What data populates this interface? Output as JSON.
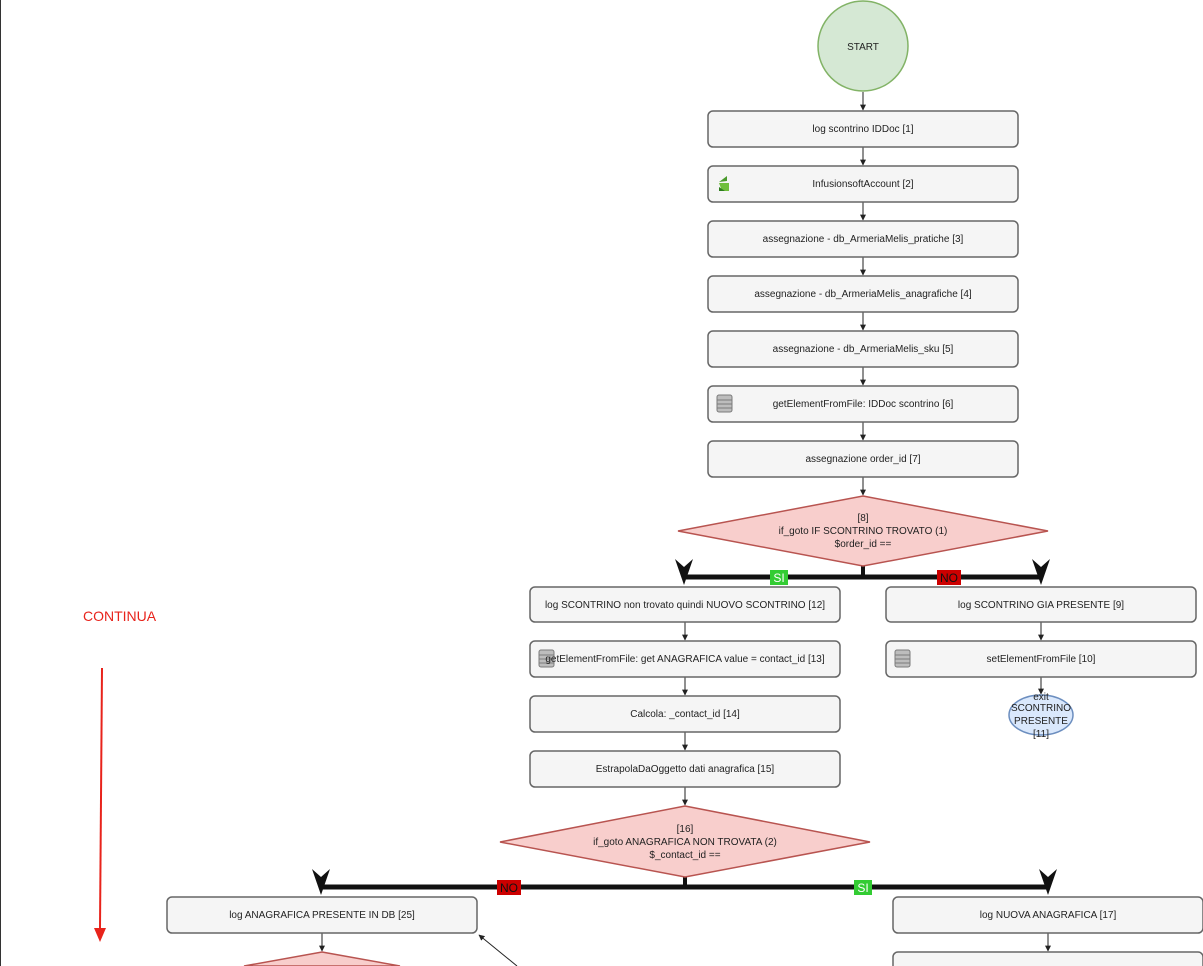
{
  "annotations": {
    "continua": "CONTINUA"
  },
  "branch_labels": {
    "yes": "SI",
    "no": "NO"
  },
  "nodes": {
    "start": "START",
    "n1": "log scontrino IDDoc [1]",
    "n2": "InfusionsoftAccount [2]",
    "n3": "assegnazione - db_ArmeriaMelis_pratiche [3]",
    "n4": "assegnazione - db_ArmeriaMelis_anagrafiche [4]",
    "n5": "assegnazione - db_ArmeriaMelis_sku [5]",
    "n6": "getElementFromFile: IDDoc scontrino [6]",
    "n7": "assegnazione order_id [7]",
    "d8_id": "[8]",
    "d8_line1": "if_goto IF SCONTRINO TROVATO (1)",
    "d8_line2": "$order_id ==",
    "n9": "log SCONTRINO GIA PRESENTE [9]",
    "n10": "setElementFromFile [10]",
    "e11_line1": "exit",
    "e11_line2": "SCONTRINO",
    "e11_line3": "PRESENTE",
    "e11_line4": "[11]",
    "n12": "log SCONTRINO non trovato quindi NUOVO SCONTRINO [12]",
    "n13": "getElementFromFile: get ANAGRAFICA value = contact_id [13]",
    "n14": "Calcola: _contact_id [14]",
    "n15": "EstrapolaDaOggetto dati anagrafica [15]",
    "d16_id": "[16]",
    "d16_line1": "if_goto ANAGRAFICA NON TROVATA (2)",
    "d16_line2": "$_contact_id ==",
    "n17": "log NUOVA ANAGRAFICA [17]",
    "n25": "log ANAGRAFICA PRESENTE IN DB [25]"
  },
  "colors": {
    "start_fill": "#d5e8d4",
    "start_stroke": "#82b366",
    "box_fill": "#f5f5f5",
    "box_stroke": "#666666",
    "diamond_fill": "#f8cecc",
    "diamond_stroke": "#b85450",
    "exit_fill": "#dae8fc",
    "exit_stroke": "#6c8ebf",
    "yes_flag": "#33cc33",
    "no_flag": "#cc0000",
    "annotation_red": "#e8231b"
  }
}
